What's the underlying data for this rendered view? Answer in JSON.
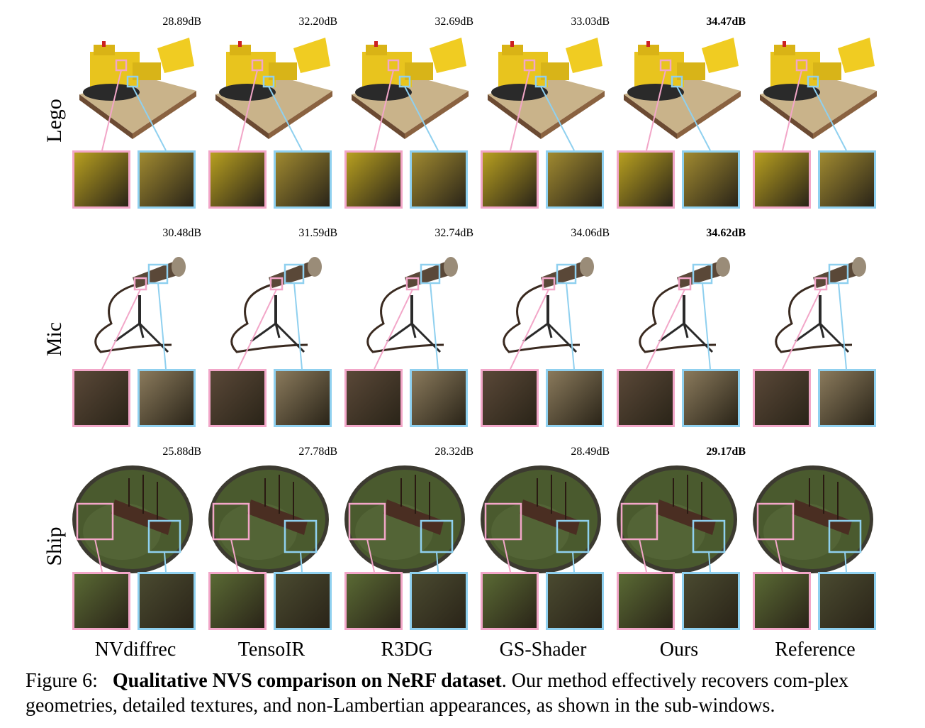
{
  "rows": [
    {
      "label": "Lego",
      "psnr": [
        "28.89dB",
        "32.20dB",
        "32.69dB",
        "33.03dB",
        "34.47dB",
        ""
      ],
      "best_index": 4
    },
    {
      "label": "Mic",
      "psnr": [
        "30.48dB",
        "31.59dB",
        "32.74dB",
        "34.06dB",
        "34.62dB",
        ""
      ],
      "best_index": 4
    },
    {
      "label": "Ship",
      "psnr": [
        "25.88dB",
        "27.78dB",
        "28.32dB",
        "28.49dB",
        "29.17dB",
        ""
      ],
      "best_index": 4
    }
  ],
  "columns": [
    "NVdiffrec",
    "TensoIR",
    "R3DG",
    "GS-Shader",
    "Ours",
    "Reference"
  ],
  "caption": {
    "prefix": "Figure 6:",
    "title": "Qualitative NVS comparison on NeRF dataset",
    "body": ". Our method effectively recovers com-plex geometries, detailed textures, and non-Lambertian appearances, as shown in the sub-windows."
  },
  "colors": {
    "pink_box": "#f2a6c8",
    "blue_box": "#8fd0ef"
  }
}
